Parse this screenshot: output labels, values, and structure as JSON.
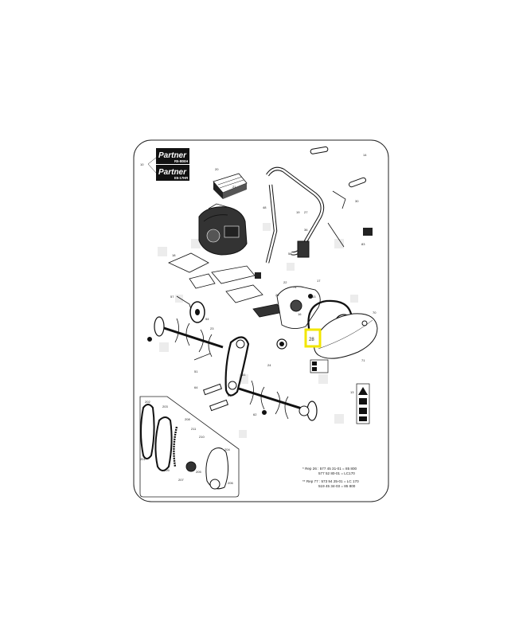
{
  "sheet": {
    "brand_1": "Partner",
    "model_1": "R5-80EH",
    "brand_2": "Partner",
    "model_2": "E5-17HR"
  },
  "highlight": {
    "label": "28",
    "color": "#f2e600"
  },
  "labels": [
    "10",
    "13",
    "14",
    "16",
    "17",
    "18",
    "19",
    "20",
    "21",
    "22",
    "23",
    "24",
    "25",
    "27",
    "28",
    "30",
    "36",
    "48",
    "51",
    "54",
    "57",
    "58",
    "61",
    "62",
    "63",
    "64",
    "70",
    "71",
    "74",
    "78",
    "81",
    "83",
    "201",
    "202",
    "203",
    "204",
    "205",
    "206",
    "207",
    "208",
    "209",
    "210",
    "211"
  ],
  "notes": {
    "line1": "* Rep 26 : 577 45 31-01 = 85 800",
    "line2": "577 52 80-01 = LC170",
    "line3": "** Rep 77 : 573 94 25-01 = LC 170",
    "line4": "519 45 34-03 = 85 800"
  }
}
